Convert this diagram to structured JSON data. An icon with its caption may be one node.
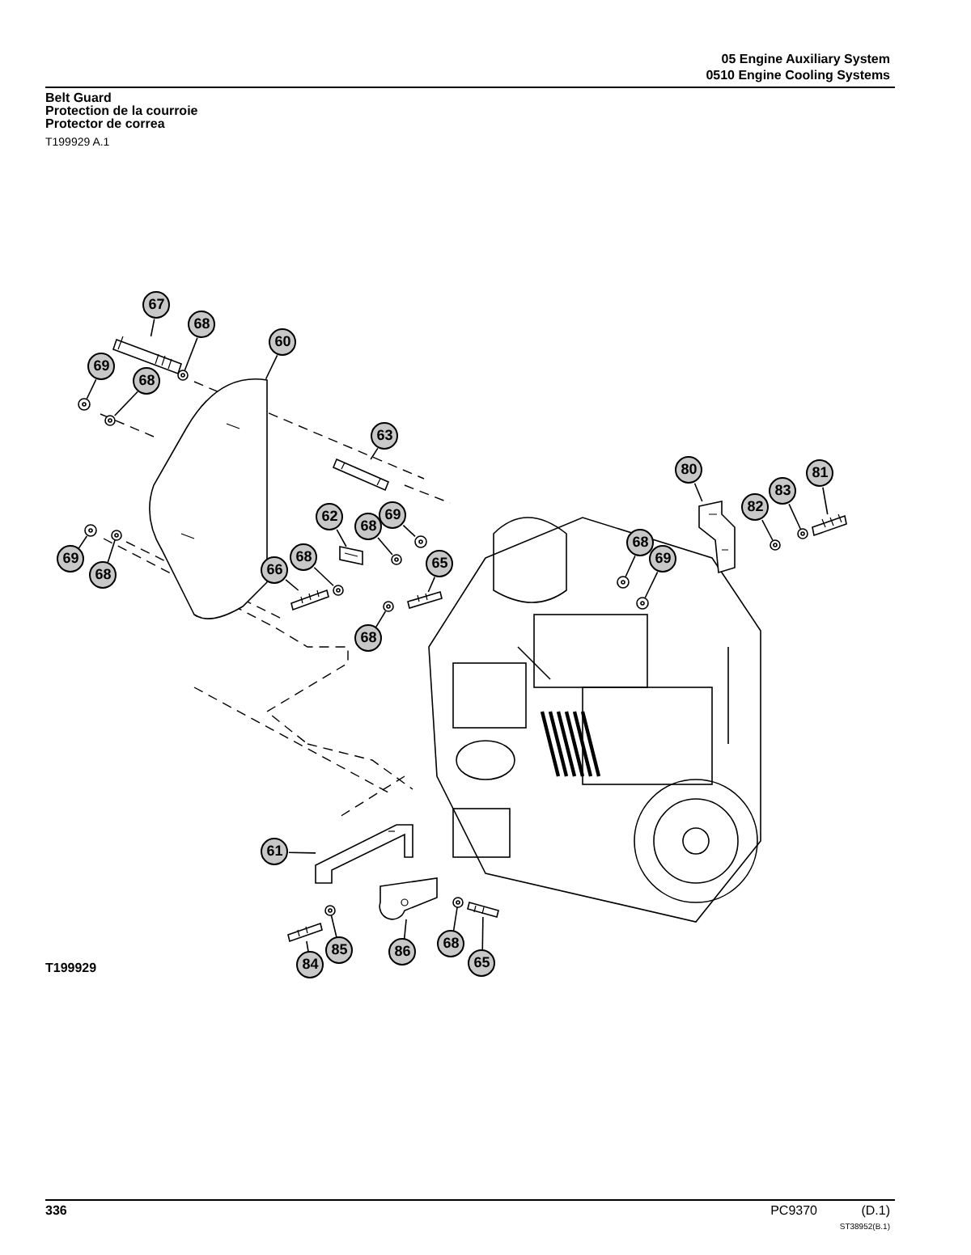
{
  "diagram": {
    "nodes": [
      {
        "text": [
          "67"
        ]
      },
      {
        "text": [
          "68"
        ]
      },
      {
        "text": [
          "60"
        ]
      },
      {
        "text": [
          "69"
        ]
      },
      {
        "text": [
          "68"
        ]
      },
      {
        "text": [
          "63"
        ]
      },
      {
        "text": [
          "80"
        ]
      },
      {
        "text": [
          "81"
        ]
      },
      {
        "text": [
          "83"
        ]
      },
      {
        "text": [
          "82"
        ]
      },
      {
        "text": [
          "62"
        ]
      },
      {
        "text": [
          "69"
        ]
      },
      {
        "text": [
          "68"
        ]
      },
      {
        "text": [
          "68"
        ]
      },
      {
        "text": [
          "69"
        ]
      },
      {
        "text": [
          "68"
        ]
      },
      {
        "text": [
          "65"
        ]
      },
      {
        "text": [
          "66"
        ]
      },
      {
        "text": [
          "69"
        ]
      },
      {
        "text": [
          "68"
        ]
      },
      {
        "text": [
          "68"
        ]
      },
      {
        "text": [
          "61"
        ]
      },
      {
        "text": [
          "68"
        ]
      },
      {
        "text": [
          "85"
        ]
      },
      {
        "text": [
          "86"
        ]
      },
      {
        "text": [
          "65"
        ]
      },
      {
        "text": [
          "84"
        ]
      },
      {
        "text": [],
        "shape": "picture"
      },
      {
        "text": [],
        "shape": "circle"
      },
      {
        "text": [],
        "shape": "picture"
      },
      {
        "text": [],
        "shape": "circle"
      },
      {
        "text": [],
        "shape": "circle"
      },
      {
        "text": [],
        "shape": "picture"
      },
      {
        "text": [],
        "shape": "picture"
      },
      {
        "text": [],
        "shape": "picture"
      },
      {
        "text": [],
        "shape": "circle"
      },
      {
        "text": [],
        "shape": "circle"
      },
      {
        "text": [],
        "shape": "picture"
      },
      {
        "text": [],
        "shape": "circle"
      },
      {
        "text": [],
        "shape": "circle"
      },
      {
        "text": [],
        "shape": "circle"
      },
      {
        "text": [],
        "shape": "circle"
      },
      {
        "text": [],
        "shape": "circle"
      },
      {
        "text": [],
        "shape": "picture"
      },
      {
        "text": [],
        "shape": "picture"
      },
      {
        "text": [],
        "shape": "circle"
      },
      {
        "text": [],
        "shape": "circle"
      },
      {
        "text": [],
        "shape": "circle"
      },
      {
        "text": [],
        "shape": "picture"
      },
      {
        "text": [],
        "shape": "circle"
      },
      {
        "text": [],
        "shape": "circle"
      },
      {
        "text": [],
        "shape": "picture"
      },
      {
        "text": [],
        "shape": "picture"
      },
      {
        "text": [],
        "shape": "picture"
      }
    ],
    "edges": [
      {
        "from": 0,
        "to": 27,
        "arrow": "none"
      },
      {
        "from": 1,
        "to": 28,
        "arrow": "none"
      },
      {
        "from": 2,
        "to": 29,
        "arrow": "none"
      },
      {
        "from": 3,
        "to": 30,
        "arrow": "none"
      },
      {
        "from": 4,
        "to": 31,
        "arrow": "none"
      },
      {
        "from": 5,
        "to": 32,
        "arrow": "none"
      },
      {
        "from": 6,
        "to": 33,
        "arrow": "none"
      },
      {
        "from": 7,
        "to": 34,
        "arrow": "none"
      },
      {
        "from": 8,
        "to": 35,
        "arrow": "none"
      },
      {
        "from": 9,
        "to": 36,
        "arrow": "none"
      },
      {
        "from": 10,
        "to": 37,
        "arrow": "none"
      },
      {
        "from": 11,
        "to": 38,
        "arrow": "none"
      },
      {
        "from": 12,
        "to": 39,
        "arrow": "none"
      },
      {
        "from": 13,
        "to": 40,
        "arrow": "none"
      },
      {
        "from": 14,
        "to": 41,
        "arrow": "none"
      },
      {
        "from": 15,
        "to": 42,
        "arrow": "none"
      },
      {
        "from": 16,
        "to": 43,
        "arrow": "none"
      },
      {
        "from": 17,
        "to": 44,
        "arrow": "none"
      },
      {
        "from": 18,
        "to": 45,
        "arrow": "none"
      },
      {
        "from": 19,
        "to": 46,
        "arrow": "none"
      },
      {
        "from": 20,
        "to": 47,
        "arrow": "none"
      },
      {
        "from": 21,
        "to": 48,
        "arrow": "none"
      },
      {
        "from": 22,
        "to": 49,
        "arrow": "none"
      },
      {
        "from": 23,
        "to": 50,
        "arrow": "none"
      },
      {
        "from": 24,
        "to": 51,
        "arrow": "none"
      },
      {
        "from": 25,
        "to": 52,
        "arrow": "none"
      },
      {
        "from": 26,
        "to": 53,
        "arrow": "none"
      }
    ],
    "labels": [
      "05 Engine Auxiliary System",
      "0510 Engine Cooling Systems",
      "Belt Guard",
      "Protection de la courroie",
      "Protector de correa",
      "T199929 A.1",
      "T199929",
      "336",
      "PC9370",
      "(D.1)",
      "ST38952(B.1)"
    ]
  }
}
